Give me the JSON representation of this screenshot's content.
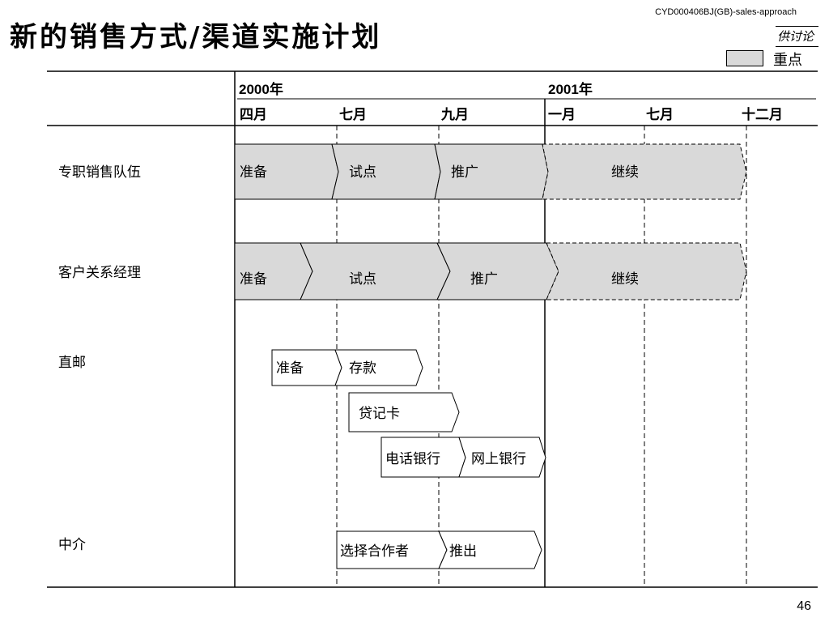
{
  "title": "新的销售方式/渠道实施计划",
  "doc_code": "CYD000406BJ(GB)-sales-approach",
  "draft_note": "供讨论",
  "legend": {
    "label": "重点",
    "color": "#d9d9d9"
  },
  "page_number": "46",
  "timeline": {
    "years": [
      "2000年",
      "2001年"
    ],
    "months": [
      "四月",
      "七月",
      "九月",
      "一月",
      "七月",
      "十二月"
    ]
  },
  "rows": [
    {
      "label": "专职销售队伍",
      "tasks": [
        "准备",
        "试点",
        "推广",
        "继续"
      ]
    },
    {
      "label": "客户关系经理",
      "tasks": [
        "准备",
        "试点",
        "推广",
        "继续"
      ]
    },
    {
      "label": "直邮",
      "tasks": [
        "准备",
        "存款",
        "贷记卡",
        "电话银行",
        "网上银行"
      ]
    },
    {
      "label": "中介",
      "tasks": [
        "选择合作者",
        "推出"
      ]
    }
  ],
  "colors": {
    "highlight": "#d9d9d9",
    "line": "#000000"
  }
}
